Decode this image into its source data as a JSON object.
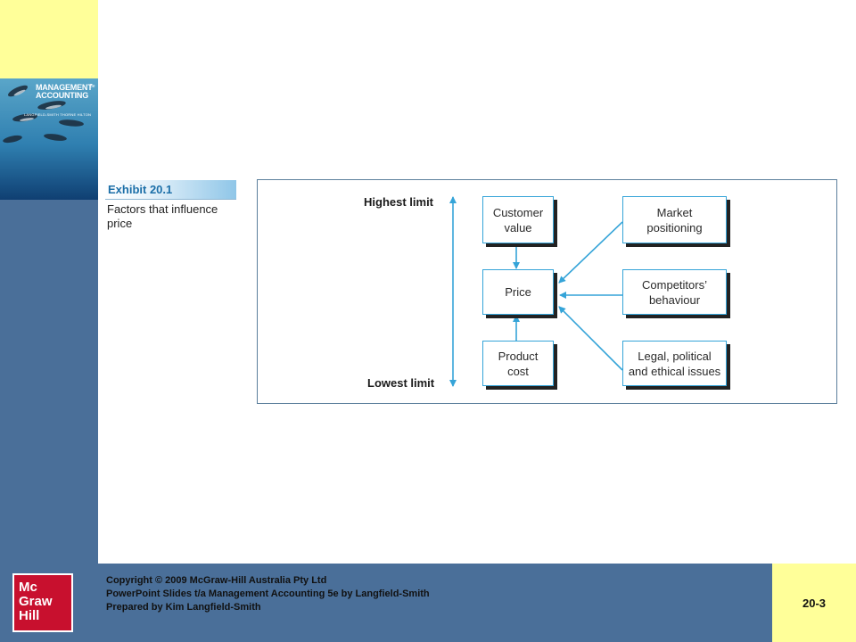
{
  "book_cover": {
    "title_line1": "MANAGEMENT",
    "title_line2": "ACCOUNTING",
    "edition": "5e",
    "authors": "LANGFIELD-SMITH   THORNE   HILTON"
  },
  "exhibit": {
    "label": "Exhibit 20.1",
    "caption": "Factors that influence price"
  },
  "diagram": {
    "highest_limit": "Highest limit",
    "lowest_limit": "Lowest limit",
    "nodes": {
      "customer_value": {
        "line1": "Customer",
        "line2": "value"
      },
      "price": {
        "line1": "Price"
      },
      "product_cost": {
        "line1": "Product",
        "line2": "cost"
      },
      "market_positioning": {
        "line1": "Market",
        "line2": "positioning"
      },
      "competitors": {
        "line1": "Competitors’",
        "line2": "behaviour"
      },
      "legal": {
        "line1": "Legal, political",
        "line2": "and ethical issues"
      }
    },
    "colors": {
      "arrow": "#35a4d8",
      "box_border": "#35a4d8",
      "shadow": "#222222"
    }
  },
  "footer": {
    "logo": {
      "line1": "Mc",
      "line2": "Graw",
      "line3": "Hill"
    },
    "copyright_line1": "Copyright © 2009 McGraw-Hill Australia Pty Ltd",
    "copyright_line2": "PowerPoint Slides t/a Management Accounting 5e by Langfield-Smith",
    "copyright_line3": "Prepared by Kim Langfield-Smith",
    "page_number": "20-3"
  },
  "colors": {
    "sidebar_blue": "#4a6f99",
    "accent_yellow": "#ffff99",
    "logo_red": "#c8102e"
  }
}
